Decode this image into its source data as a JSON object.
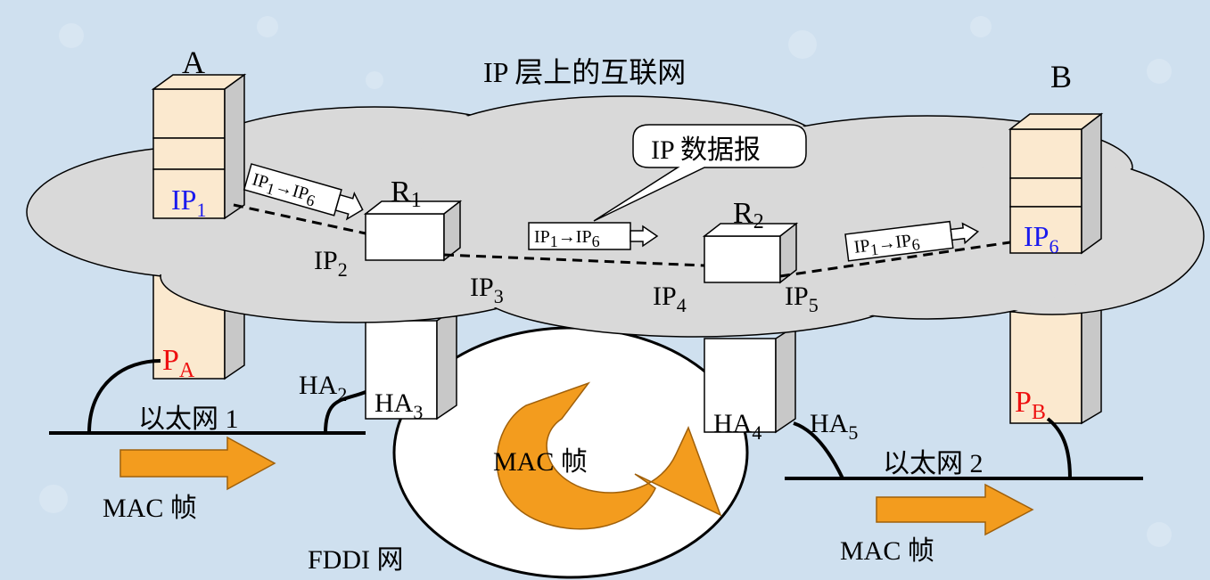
{
  "title": "IP 层上的互联网",
  "hosts": {
    "a": {
      "name": "A",
      "ip": "IP",
      "ip_sub": "1",
      "port": "P",
      "port_sub": "A"
    },
    "b": {
      "name": "B",
      "ip": "IP",
      "ip_sub": "6",
      "port": "P",
      "port_sub": "B"
    }
  },
  "routers": {
    "r1": {
      "name": "R",
      "sub": "1"
    },
    "r2": {
      "name": "R",
      "sub": "2"
    }
  },
  "ip_labels": [
    {
      "text": "IP",
      "sub": "2"
    },
    {
      "text": "IP",
      "sub": "3"
    },
    {
      "text": "IP",
      "sub": "4"
    },
    {
      "text": "IP",
      "sub": "5"
    }
  ],
  "ha_labels": [
    {
      "text": "HA",
      "sub": "2"
    },
    {
      "text": "HA",
      "sub": "3"
    },
    {
      "text": "HA",
      "sub": "4"
    },
    {
      "text": "HA",
      "sub": "5"
    }
  ],
  "datagram_callout": "IP 数据报",
  "packet_label": {
    "from": "IP",
    "from_sub": "1",
    "arrow": "→",
    "to": "IP",
    "to_sub": "6"
  },
  "networks": {
    "ethernet1": "以太网 1",
    "ethernet2": "以太网 2",
    "fddi": "FDDI 网"
  },
  "frame_labels": {
    "left": "MAC 帧",
    "center": "MAC 帧",
    "right": "MAC 帧"
  },
  "colors": {
    "background": "#cfe0ef",
    "cloud": "#d9d9d9",
    "host_box": "#fbe9cf",
    "arrow_orange": "#f39c1e",
    "ip_blue": "#1a1aee",
    "port_red": "#ee1010"
  }
}
